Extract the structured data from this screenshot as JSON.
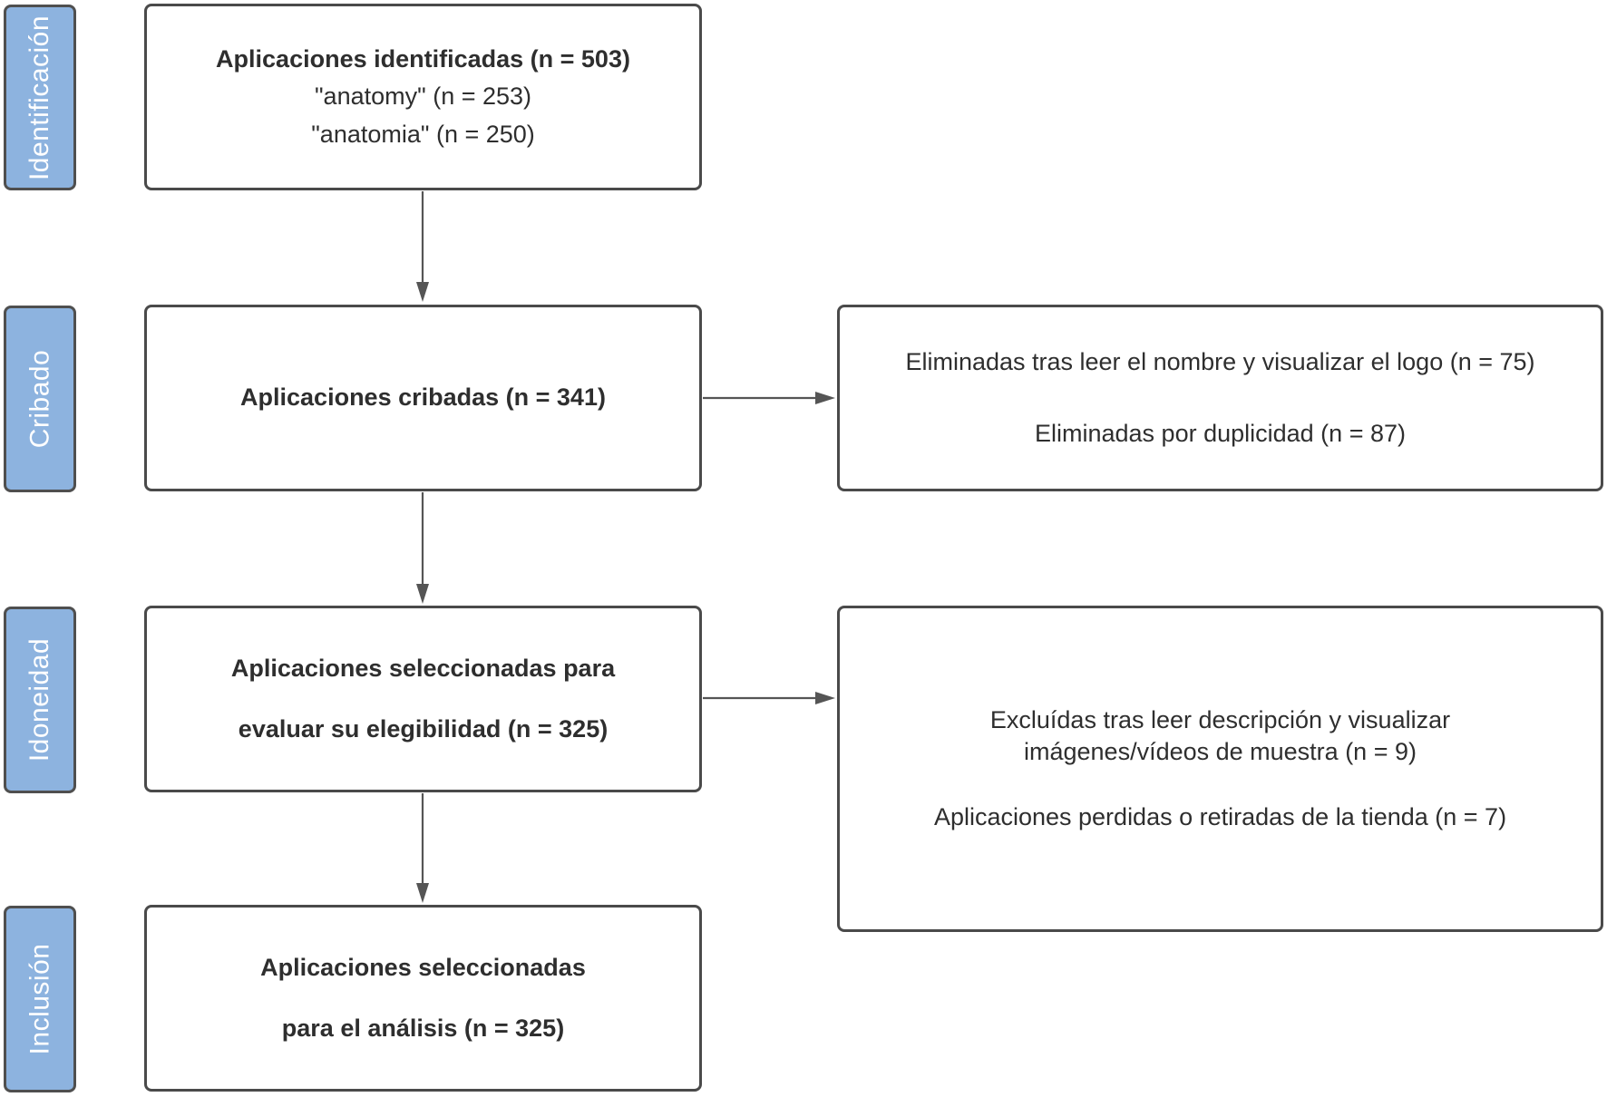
{
  "stages": {
    "identification": "Identificación",
    "screening": "Cribado",
    "eligibility": "Idoneidad",
    "inclusion": "Inclusión"
  },
  "identified": {
    "title": "Aplicaciones identificadas (n = 503)",
    "line1": "\"anatomy\" (n = 253)",
    "line2": "\"anatomia\" (n = 250)"
  },
  "screened": {
    "title": "Aplicaciones cribadas (n = 341)"
  },
  "screened_removed": {
    "line1": "Eliminadas tras leer el nombre y visualizar el logo (n = 75)",
    "line2": "Eliminadas por duplicidad (n = 87)"
  },
  "eligible": {
    "line1": "Aplicaciones seleccionadas para",
    "line2": "evaluar su elegibilidad (n = 325)"
  },
  "eligible_excluded": {
    "line1": "Excluídas tras leer descripción y visualizar",
    "line2": "imágenes/vídeos de muestra (n = 9)",
    "line3": "Aplicaciones perdidas o retiradas de la tienda  (n = 7)"
  },
  "included": {
    "line1": "Aplicaciones seleccionadas",
    "line2": "para el análisis  (n = 325)"
  },
  "colors": {
    "stage_fill": "#8db3df",
    "border": "#4a4a4a",
    "arrow": "#555555",
    "text": "#2e2e2e"
  }
}
